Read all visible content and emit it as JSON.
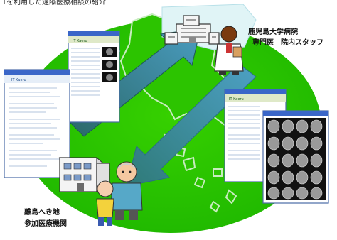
{
  "caption": "ITを利用した遠隔医療相談の紹介",
  "hospital": {
    "name": "鹿児島大学病院",
    "staff": "専門医　院内スタッフ"
  },
  "remote": {
    "line1": "離島へき地",
    "line2": "参加医療機関"
  },
  "screen_brand": "IT Kaeru",
  "colors": {
    "globe_green": "#22c000",
    "arrow_dark_teal": "#2d6f6c",
    "arrow_light_blue": "#5aa6c8",
    "land_outline": "#c6e8c0"
  }
}
